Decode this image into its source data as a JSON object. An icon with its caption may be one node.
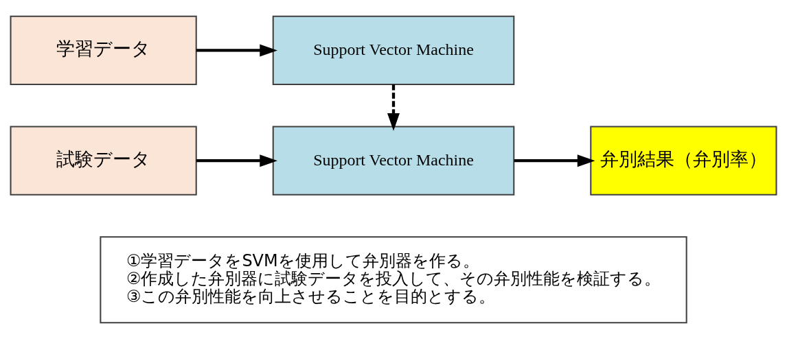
{
  "diagram": {
    "nodes": [
      {
        "text": [
          "学習データ"
        ]
      },
      {
        "text": [
          "Support Vector Machine"
        ]
      },
      {
        "text": [
          "試験データ"
        ]
      },
      {
        "text": [
          "Support Vector Machine"
        ]
      },
      {
        "text": [
          "弁別結果（弁別率）"
        ]
      },
      {
        "text": [
          "①学習データをSVMを使用して弁別器を作る。",
          "②作成した弁別器に試験データを投入して、その弁別性能を検証する。",
          "③この弁別性能を向上させることを目的とする。"
        ]
      }
    ],
    "edges": [
      {
        "from": 0,
        "to": 1,
        "arrow": "to"
      },
      {
        "from": 1,
        "to": 3,
        "arrow": "to",
        "style": "dashed"
      },
      {
        "from": 2,
        "to": 3,
        "arrow": "to"
      },
      {
        "from": 3,
        "to": 4,
        "arrow": "to"
      }
    ]
  }
}
